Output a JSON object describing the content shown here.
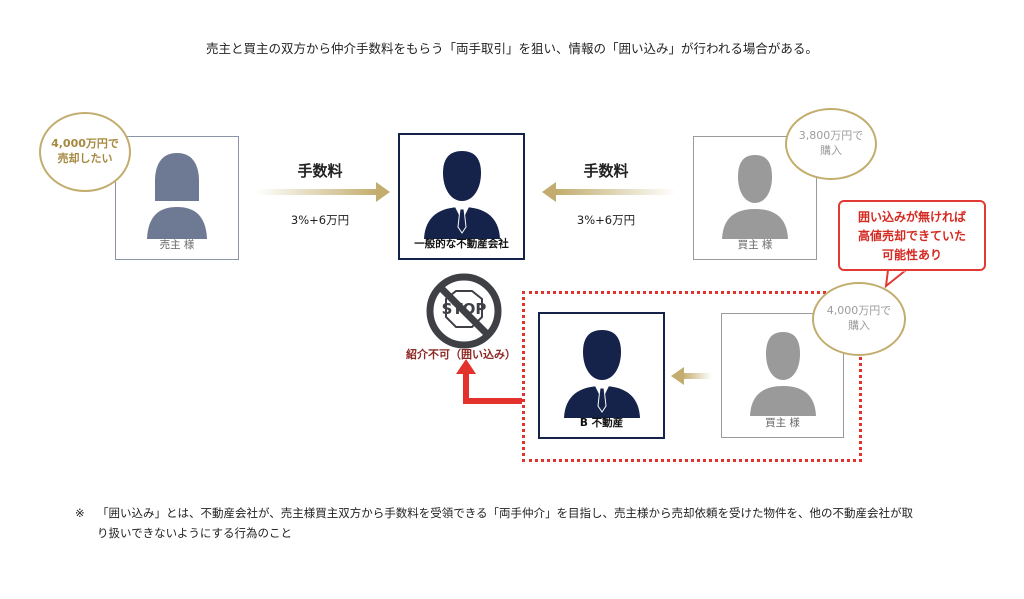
{
  "caption": "売主と買主の双方から仲介手数料をもらう「両手取引」を狙い、情報の「囲い込み」が行われる場合がある。",
  "seller": {
    "label": "売主 様",
    "bubble": "4,000万円で\n売却したい"
  },
  "agent": {
    "label": "一般的な不動産会社"
  },
  "buyer_top": {
    "label": "買主 様",
    "bubble": "3,800万円で\n購入"
  },
  "fee_left": {
    "title": "手数料",
    "rate": "3%+6万円"
  },
  "fee_right": {
    "title": "手数料",
    "rate": "3%+6万円"
  },
  "callout": "囲い込みが無ければ\n高値売却できていた\n可能性あり",
  "stop": {
    "sign": "STOP",
    "label": "紹介不可（囲い込み）"
  },
  "agent_b": {
    "label": "B 不動産"
  },
  "buyer_bottom": {
    "label": "買主 様",
    "bubble": "4,000万円で\n購入"
  },
  "note": {
    "mark": "※",
    "line1": "「囲い込み」とは、不動産会社が、売主様買主双方から手数料を受領できる「両手仲介」を目指し、売主様から売却依頼を受けた物件を、他の不動産会社が取",
    "line2": "り扱いできないようにする行為のこと"
  },
  "colors": {
    "navy": "#15234a",
    "slate": "#6e7993",
    "gray": "#9a9a9a",
    "gold": "#c2ad6e",
    "red": "#e3322b"
  }
}
